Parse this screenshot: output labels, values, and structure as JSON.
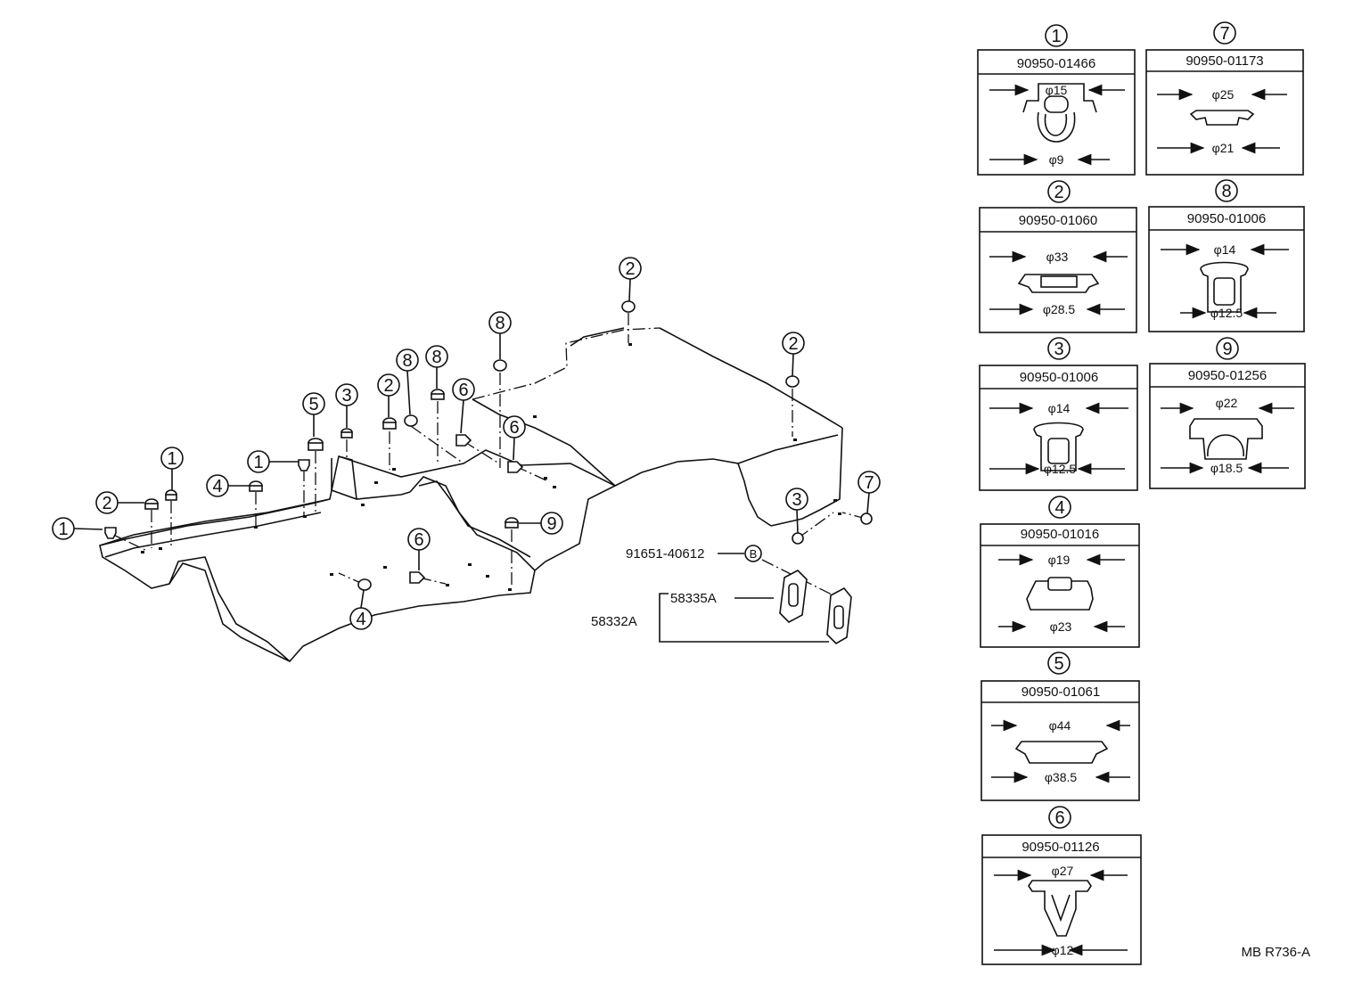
{
  "drawing_id": "MB R736-A",
  "callouts": {
    "c1": "1",
    "c2": "2",
    "c3": "3",
    "c4": "4",
    "c5": "5",
    "c6": "6",
    "c7": "7",
    "c8": "8",
    "c9": "9",
    "cB": "B"
  },
  "bolt_part": "91651-40612",
  "grommet_part": "58335A",
  "grommet_assy_part": "58332A",
  "plugs": [
    {
      "key": "1",
      "part_number": "90950-01466",
      "dim_top": "φ15",
      "dim_bottom": "φ9"
    },
    {
      "key": "7",
      "part_number": "90950-01173",
      "dim_top": "φ25",
      "dim_bottom": "φ21"
    },
    {
      "key": "2",
      "part_number": "90950-01060",
      "dim_top": "φ33",
      "dim_bottom": "φ28.5"
    },
    {
      "key": "8",
      "part_number": "90950-01006",
      "dim_top": "φ14",
      "dim_bottom": "φ12.5"
    },
    {
      "key": "3",
      "part_number": "90950-01006",
      "dim_top": "φ14",
      "dim_bottom": "φ12.5"
    },
    {
      "key": "9",
      "part_number": "90950-01256",
      "dim_top": "φ22",
      "dim_bottom": "φ18.5"
    },
    {
      "key": "4",
      "part_number": "90950-01016",
      "dim_top": "φ19",
      "dim_bottom": "φ23"
    },
    {
      "key": "5",
      "part_number": "90950-01061",
      "dim_top": "φ44",
      "dim_bottom": "φ38.5"
    },
    {
      "key": "6",
      "part_number": "90950-01126",
      "dim_top": "φ27",
      "dim_bottom": "φ12"
    }
  ]
}
